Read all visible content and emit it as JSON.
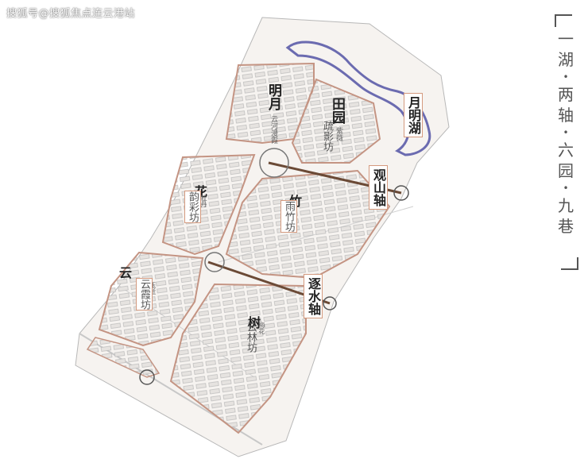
{
  "watermark": "搜狐号@搜狐焦点连云港站",
  "title_chars": [
    "一",
    "湖",
    "两",
    "轴",
    "六",
    "园",
    "九",
    "巷"
  ],
  "title_separator": "•",
  "zones": {
    "mingyue": {
      "big": "明月",
      "small": "云河漫霞",
      "small_b": ""
    },
    "tianyuan": {
      "big": "田园",
      "small": "紫薇",
      "sub": "疏影坊"
    },
    "yuemingHu": {
      "big": "月明湖"
    },
    "guanshan": {
      "big": "观山轴"
    },
    "hua": {
      "big": "花",
      "small": "牡丹",
      "sub": "韵彩坊"
    },
    "zhu": {
      "big": "竹",
      "sub": "雨竹坊"
    },
    "yun": {
      "big": "云",
      "small": "玉兰",
      "sub": "云霞坊"
    },
    "zhushui": {
      "big": "逐水轴"
    },
    "shu": {
      "big": "树",
      "small": "梅花",
      "sub": "云林坊"
    }
  },
  "colors": {
    "outline": "#c49483",
    "lake": "#6b6bb0",
    "axis": "#6b4a36",
    "road": "#bbbbbb"
  }
}
